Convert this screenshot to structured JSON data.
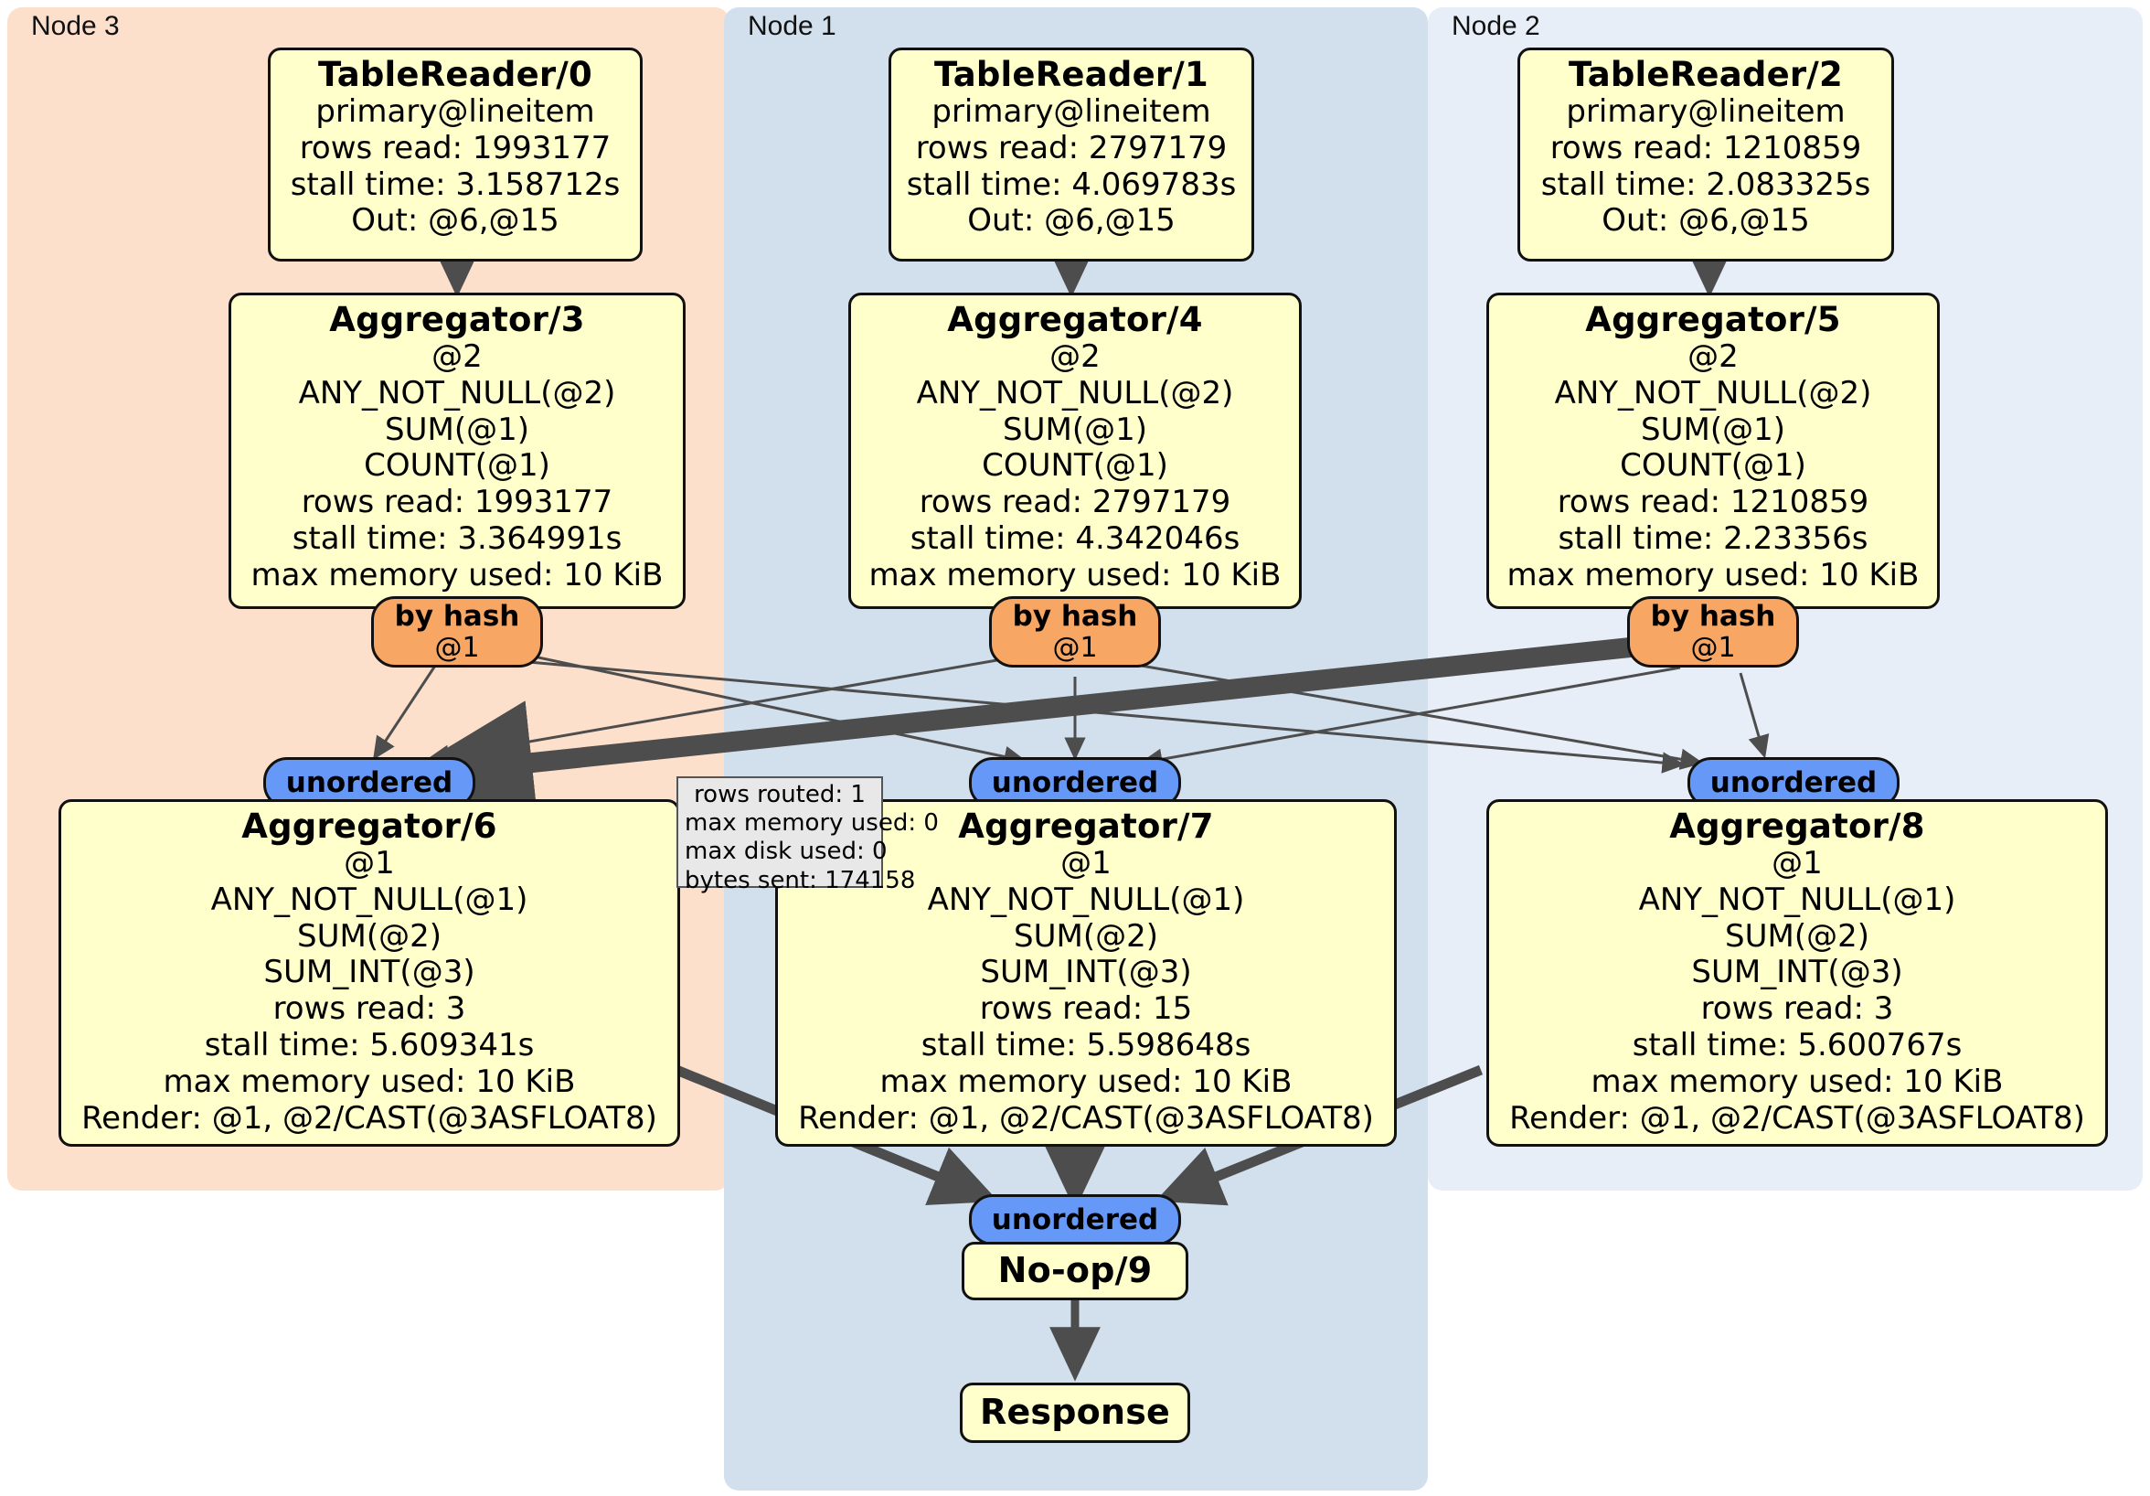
{
  "diagram": {
    "type": "distributed-query-execution-plan",
    "colors": {
      "node_fill": "#ffffcc",
      "node_stroke": "#111111",
      "by_hash_fill": "#f7a663",
      "unordered_fill": "#6699f7",
      "panel_node3": "#fde0cc",
      "panel_node1": "#d2e0ed",
      "panel_node2": "#e8eef8",
      "edge": "#4d4d4d",
      "tooltip_fill": "#e8e8e8"
    },
    "panels": [
      {
        "id": "node3",
        "label": "Node 3"
      },
      {
        "id": "node1",
        "label": "Node 1"
      },
      {
        "id": "node2",
        "label": "Node 2"
      }
    ],
    "processors": {
      "table_reader_0": {
        "title": "TableReader/0",
        "lines": [
          "primary@lineitem",
          "rows read: 1993177",
          "stall time: 3.158712s",
          "Out: @6,@15"
        ]
      },
      "table_reader_1": {
        "title": "TableReader/1",
        "lines": [
          "primary@lineitem",
          "rows read: 2797179",
          "stall time: 4.069783s",
          "Out: @6,@15"
        ]
      },
      "table_reader_2": {
        "title": "TableReader/2",
        "lines": [
          "primary@lineitem",
          "rows read: 1210859",
          "stall time: 2.083325s",
          "Out: @6,@15"
        ]
      },
      "aggregator_3": {
        "title": "Aggregator/3",
        "lines": [
          "@2",
          "ANY_NOT_NULL(@2)",
          "SUM(@1)",
          "COUNT(@1)",
          "rows read: 1993177",
          "stall time: 3.364991s",
          "max memory used: 10 KiB"
        ]
      },
      "aggregator_4": {
        "title": "Aggregator/4",
        "lines": [
          "@2",
          "ANY_NOT_NULL(@2)",
          "SUM(@1)",
          "COUNT(@1)",
          "rows read: 2797179",
          "stall time: 4.342046s",
          "max memory used: 10 KiB"
        ]
      },
      "aggregator_5": {
        "title": "Aggregator/5",
        "lines": [
          "@2",
          "ANY_NOT_NULL(@2)",
          "SUM(@1)",
          "COUNT(@1)",
          "rows read: 1210859",
          "stall time: 2.23356s",
          "max memory used: 10 KiB"
        ]
      },
      "aggregator_6": {
        "title": "Aggregator/6",
        "lines": [
          "@1",
          "ANY_NOT_NULL(@1)",
          "SUM(@2)",
          "SUM_INT(@3)",
          "rows read: 3",
          "stall time: 5.609341s",
          "max memory used: 10 KiB",
          "Render: @1, @2/CAST(@3ASFLOAT8)"
        ]
      },
      "aggregator_7": {
        "title": "Aggregator/7",
        "lines": [
          "@1",
          "ANY_NOT_NULL(@1)",
          "SUM(@2)",
          "SUM_INT(@3)",
          "rows read: 15",
          "stall time: 5.598648s",
          "max memory used: 10 KiB",
          "Render: @1, @2/CAST(@3ASFLOAT8)"
        ]
      },
      "aggregator_8": {
        "title": "Aggregator/8",
        "lines": [
          "@1",
          "ANY_NOT_NULL(@1)",
          "SUM(@2)",
          "SUM_INT(@3)",
          "rows read: 3",
          "stall time: 5.600767s",
          "max memory used: 10 KiB",
          "Render: @1, @2/CAST(@3ASFLOAT8)"
        ]
      },
      "noop_9": {
        "title": "No-op/9"
      },
      "response": {
        "title": "Response"
      }
    },
    "routers": {
      "by_hash_3": {
        "label": "by hash",
        "column": "@1"
      },
      "by_hash_4": {
        "label": "by hash",
        "column": "@1"
      },
      "by_hash_5": {
        "label": "by hash",
        "column": "@1"
      },
      "unordered_6": {
        "label": "unordered"
      },
      "unordered_7": {
        "label": "unordered"
      },
      "unordered_8": {
        "label": "unordered"
      },
      "unordered_final": {
        "label": "unordered"
      }
    },
    "tooltip": {
      "lines": [
        "rows routed: 1",
        "max memory used: 0",
        "max disk used: 0",
        "bytes sent: 174158"
      ]
    }
  }
}
